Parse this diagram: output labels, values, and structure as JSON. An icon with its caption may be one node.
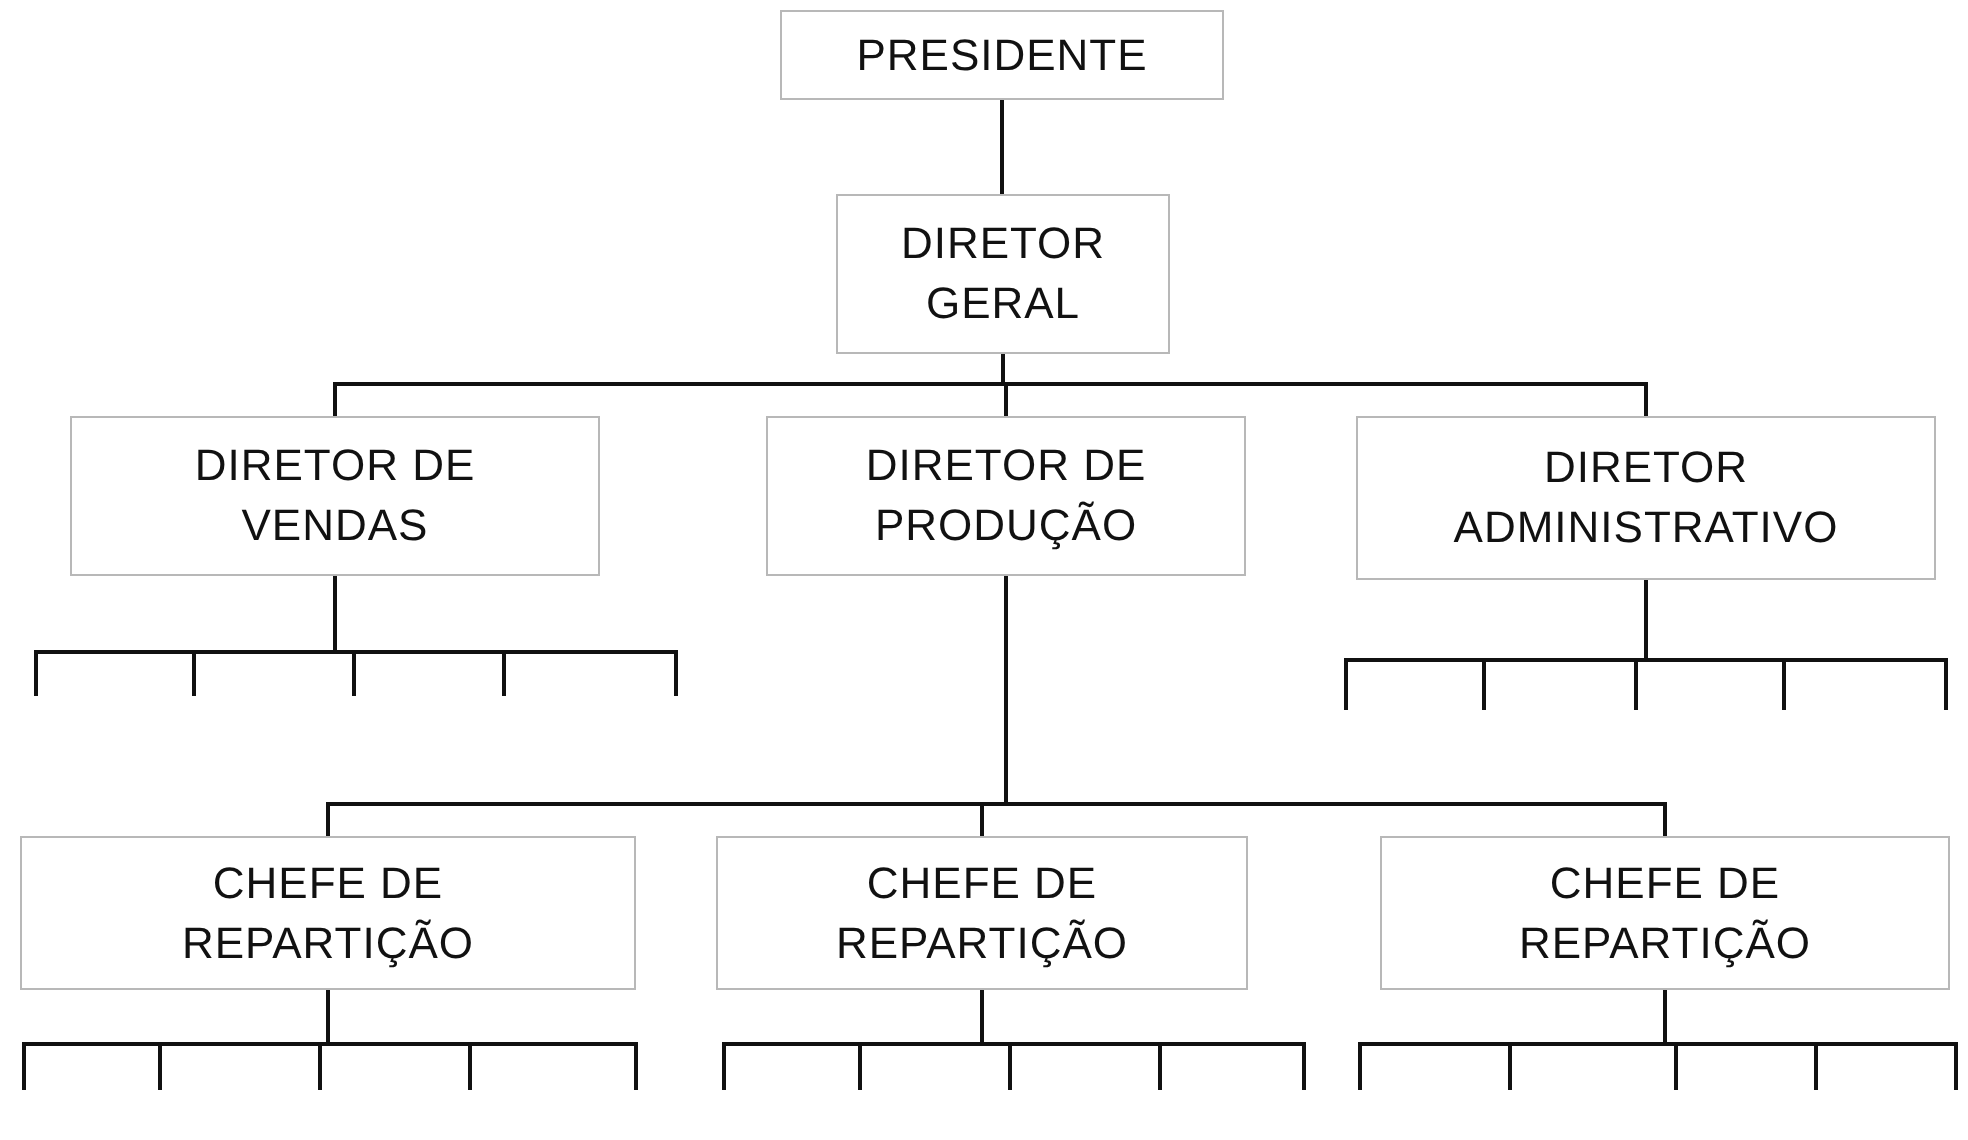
{
  "diagram": {
    "nodes": [
      {
        "text": [
          "PRESIDENTE"
        ]
      },
      {
        "text": [
          "DIRETOR GERAL"
        ]
      },
      {
        "text": [
          "DIRETOR DE VENDAS"
        ]
      },
      {
        "text": [
          "DIRETOR DE PRODUÇÃO"
        ]
      },
      {
        "text": [
          "DIRETOR ADMINISTRATIVO"
        ]
      },
      {
        "text": [
          "CHEFE DE REPARTIÇÃO"
        ]
      },
      {
        "text": [
          "CHEFE DE REPARTIÇÃO"
        ]
      },
      {
        "text": [
          "CHEFE DE REPARTIÇÃO"
        ]
      }
    ],
    "edges": [
      {
        "from": 0,
        "to": 1,
        "arrow": "none"
      },
      {
        "from": 1,
        "to": 2,
        "arrow": "none"
      },
      {
        "from": 1,
        "to": 3,
        "arrow": "none"
      },
      {
        "from": 1,
        "to": 4,
        "arrow": "none"
      },
      {
        "from": 3,
        "to": 5,
        "arrow": "none"
      },
      {
        "from": 3,
        "to": 6,
        "arrow": "none"
      },
      {
        "from": 3,
        "to": 7,
        "arrow": "none"
      },
      {
        "from": 2,
        "to": null,
        "arrow": "none"
      },
      {
        "from": 2,
        "to": null,
        "arrow": "none"
      },
      {
        "from": 2,
        "to": null,
        "arrow": "none"
      },
      {
        "from": 2,
        "to": null,
        "arrow": "none"
      },
      {
        "from": 2,
        "to": null,
        "arrow": "none"
      },
      {
        "from": 4,
        "to": null,
        "arrow": "none"
      },
      {
        "from": 4,
        "to": null,
        "arrow": "none"
      },
      {
        "from": 4,
        "to": null,
        "arrow": "none"
      },
      {
        "from": 4,
        "to": null,
        "arrow": "none"
      },
      {
        "from": 4,
        "to": null,
        "arrow": "none"
      },
      {
        "from": 5,
        "to": null,
        "arrow": "none"
      },
      {
        "from": 5,
        "to": null,
        "arrow": "none"
      },
      {
        "from": 5,
        "to": null,
        "arrow": "none"
      },
      {
        "from": 5,
        "to": null,
        "arrow": "none"
      },
      {
        "from": 5,
        "to": null,
        "arrow": "none"
      },
      {
        "from": 6,
        "to": null,
        "arrow": "none"
      },
      {
        "from": 6,
        "to": null,
        "arrow": "none"
      },
      {
        "from": 6,
        "to": null,
        "arrow": "none"
      },
      {
        "from": 6,
        "to": null,
        "arrow": "none"
      },
      {
        "from": 6,
        "to": null,
        "arrow": "none"
      },
      {
        "from": 7,
        "to": null,
        "arrow": "none"
      },
      {
        "from": 7,
        "to": null,
        "arrow": "none"
      },
      {
        "from": 7,
        "to": null,
        "arrow": "none"
      },
      {
        "from": 7,
        "to": null,
        "arrow": "none"
      },
      {
        "from": 7,
        "to": null,
        "arrow": "none"
      }
    ]
  }
}
